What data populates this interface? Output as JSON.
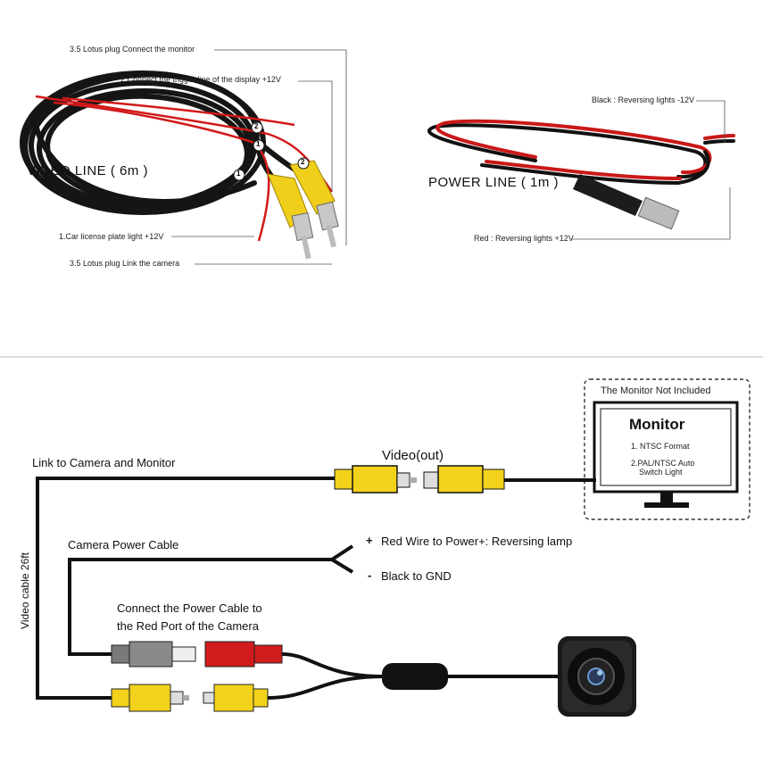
{
  "top_photos": {
    "video_line": {
      "title": "VIDEO  LINE   ( 6m )",
      "callouts": {
        "monitor_plug": "3.5 Lotus plug  Connect the monitor",
        "trigger": "2.Connect the trigger line of the display +12V",
        "plate_light": "1.Car license plate light +12V",
        "camera_plug": "3.5 Lotus plug  Link the camera"
      },
      "markers": [
        "1",
        "2",
        "1",
        "2"
      ]
    },
    "power_line": {
      "title": "POWER  LINE   ( 1m )",
      "callouts": {
        "black": "Black : Reversing lights -12V",
        "red": "Red : Reversing lights +12V"
      }
    }
  },
  "wiring": {
    "monitor_box": {
      "caption": "The Monitor Not Included",
      "title": "Monitor",
      "spec_1": "1. NTSC Format",
      "spec_2_line1": "2.PAL/NTSC Auto",
      "spec_2_line2": "Switch Light"
    },
    "labels": {
      "link": "Link to Camera and Monitor",
      "video_out": "Video(out)",
      "power_cable": "Camera Power Cable",
      "red_wire": "Red Wire to Power+: Reversing lamp",
      "black_gnd": "Black to GND",
      "plus": "+",
      "minus": "-",
      "connect_line1": "Connect the Power Cable to",
      "connect_line2": "the Red Port of the Camera",
      "video_cable": "Video cable 26ft"
    }
  },
  "colors": {
    "cable": "#111111",
    "red_wire": "#d21a1a",
    "rca_yellow": "#f2d21a",
    "plug_red": "#d01c1c",
    "plug_gray": "#7a7a7a"
  }
}
